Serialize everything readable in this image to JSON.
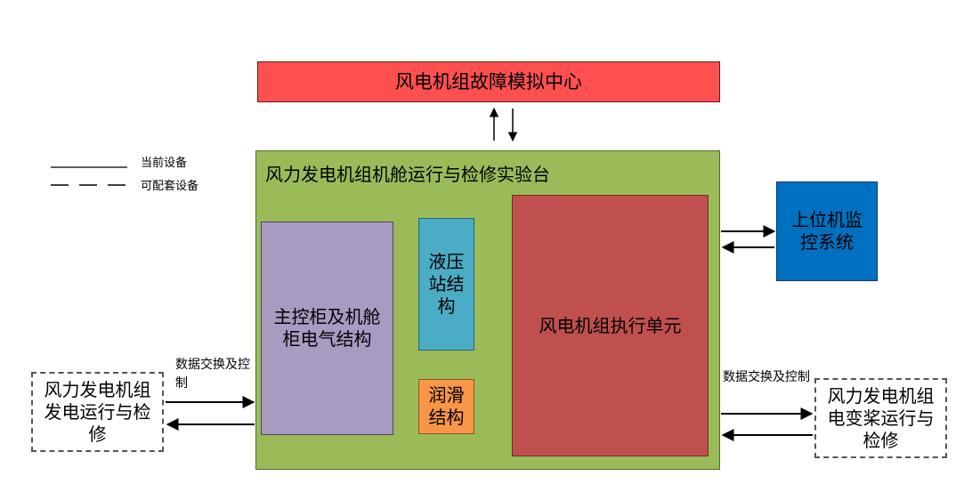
{
  "top_center": {
    "label": "风电机组故障模拟中心"
  },
  "test_bench": {
    "title": "风力发电机组机舱运行与检修实验台"
  },
  "cabinet": {
    "label": "主控柜及机舱柜电气结构"
  },
  "hydraulic": {
    "label": "液压站结构"
  },
  "lubrication": {
    "label": "润滑结构"
  },
  "execution_unit": {
    "label": "风电机组执行单元"
  },
  "monitor_system": {
    "label": "上位机监控系统"
  },
  "left_external": {
    "label": "风力发电机组发电运行与检修"
  },
  "right_external": {
    "label": "风力发电机组电变桨运行与检修"
  },
  "left_exchange": {
    "label": "数据交换及控制"
  },
  "right_exchange": {
    "label": "数据交换及控制"
  },
  "legend": {
    "current": "当前设备",
    "optional": "可配套设备"
  },
  "colors": {
    "top_center": "#ff5050",
    "test_bench": "#9bbb59",
    "cabinet": "#a89bc2",
    "hydraulic": "#4bacc6",
    "lubrication": "#f79646",
    "execution_unit": "#c0504d",
    "monitor_system": "#0070c0"
  }
}
